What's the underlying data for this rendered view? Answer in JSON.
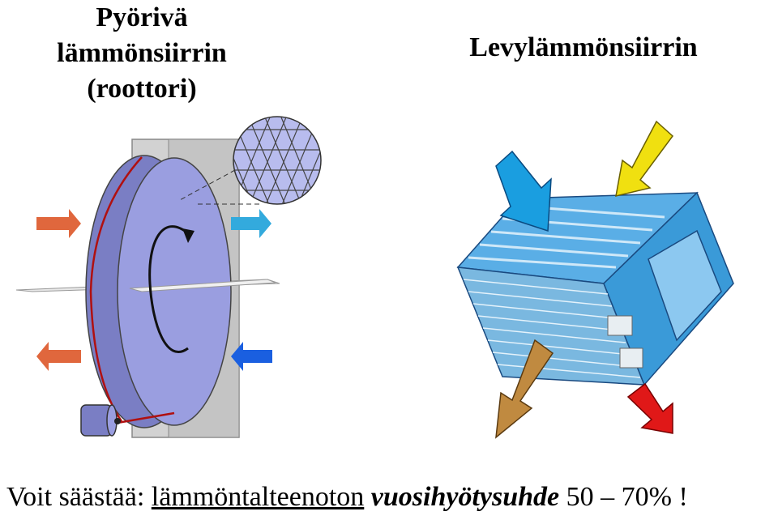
{
  "left_title": {
    "line1": "Pyörivä",
    "line2": "lämmönsiirrin",
    "line3": "(roottori)"
  },
  "right_title": "Levylämmönsiirrin",
  "caption": {
    "lead": "Voit säästää: ",
    "underlined": "lämmöntalteenoton",
    "space": " ",
    "emphasis": "vuosihyötysuhde",
    "tail": " 50 – 70% !"
  },
  "colors": {
    "rotor": "#9a9ee0",
    "rotor_dark": "#7a7ec4",
    "housing": "#d0d0d0",
    "belt": "#b01010",
    "arrow_warm": "#e0673d",
    "arrow_cool_light": "#33aadd",
    "arrow_cool_dark": "#1a5fe0",
    "plate_body": "#3a9ad8",
    "plate_light": "#8cc8f0",
    "arrow_blue": "#1a9ee0",
    "arrow_yellow": "#f0e010",
    "arrow_brown": "#c08a40",
    "arrow_red": "#e01818"
  },
  "icons": [
    "rotation-arrow-icon",
    "honeycomb-detail-icon",
    "motor-icon"
  ]
}
